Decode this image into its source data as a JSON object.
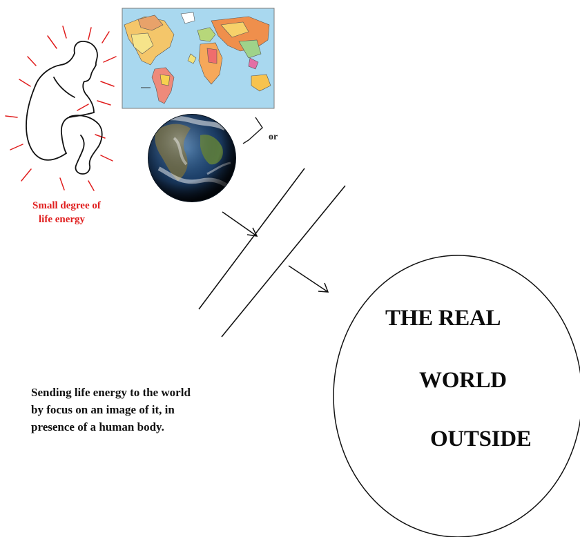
{
  "figure": {
    "energy_label": [
      "Small degree of",
      "life energy"
    ],
    "or_label": "or",
    "caption_lines": [
      "Sending life energy to the world",
      "by focus on an image of it, in",
      "presence of a human body."
    ],
    "real_world_lines": [
      "THE REAL",
      "WORLD",
      "OUTSIDE"
    ]
  },
  "icons": {
    "person": "seated-person-outline-icon",
    "map": "world-map-icon",
    "globe": "earth-globe-icon"
  },
  "colors": {
    "energy_label": "#e01d1d",
    "energy_rays": "#e01d1d",
    "ocean": "#a9d8ef",
    "space": "#0b1520"
  }
}
